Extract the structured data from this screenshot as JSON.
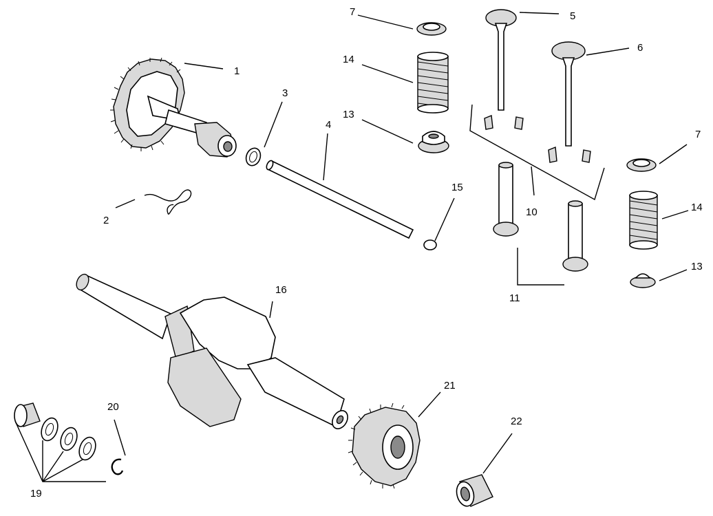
{
  "callouts": [
    {
      "id": "c1",
      "text": "1"
    },
    {
      "id": "c2",
      "text": "2"
    },
    {
      "id": "c3",
      "text": "3"
    },
    {
      "id": "c4",
      "text": "4"
    },
    {
      "id": "c5",
      "text": "5"
    },
    {
      "id": "c6",
      "text": "6"
    },
    {
      "id": "c7a",
      "text": "7"
    },
    {
      "id": "c7b",
      "text": "7"
    },
    {
      "id": "c10",
      "text": "10"
    },
    {
      "id": "c11",
      "text": "11"
    },
    {
      "id": "c13a",
      "text": "13"
    },
    {
      "id": "c13b",
      "text": "13"
    },
    {
      "id": "c14a",
      "text": "14"
    },
    {
      "id": "c14b",
      "text": "14"
    },
    {
      "id": "c15",
      "text": "15"
    },
    {
      "id": "c16",
      "text": "16"
    },
    {
      "id": "c19",
      "text": "19"
    },
    {
      "id": "c20",
      "text": "20"
    },
    {
      "id": "c21",
      "text": "21"
    },
    {
      "id": "c22",
      "text": "22"
    }
  ]
}
